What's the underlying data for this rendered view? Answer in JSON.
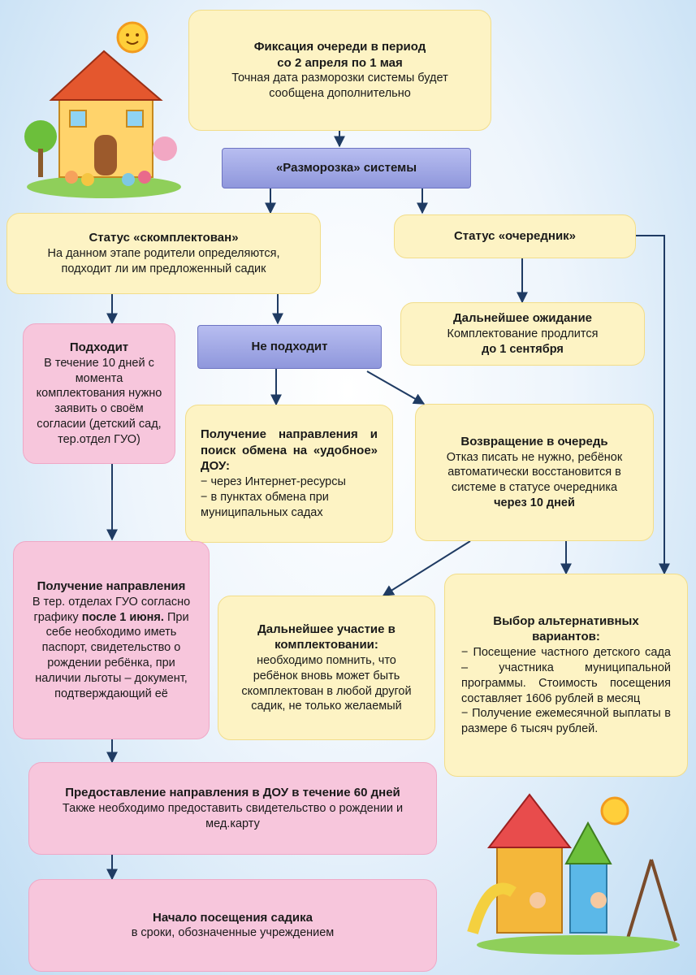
{
  "colors": {
    "yellow": "#fdf3c4",
    "pink": "#f7c6dc",
    "purple": "#9aa1e3",
    "arrow": "#1f3b63"
  },
  "freeze": {
    "title_line1": "Фиксация очереди в период",
    "title_line2": "со 2 апреля по 1 мая",
    "text": "Точная дата разморозки системы будет сообщена дополнительно"
  },
  "unfreeze": {
    "label": "«Разморозка» системы"
  },
  "status_complete": {
    "title": "Статус «скомплектован»",
    "text": "На данном этапе родители определяются, подходит ли им предложенный садик"
  },
  "status_queue": {
    "title": "Статус «очередник»"
  },
  "fits": {
    "title": "Подходит",
    "text": "В течение 10 дней с момента комплектования нужно заявить о своём согласии (детский сад, тер.отдел ГУО)"
  },
  "not_fits": {
    "label": "Не подходит"
  },
  "waiting": {
    "title": "Дальнейшее ожидание",
    "text": "Комплектование продлится",
    "bold": "до 1 сентября"
  },
  "exchange": {
    "title": "Получение направления и поиск обмена на «удобное» ДОУ:",
    "item1": "−  через Интернет-ресурсы",
    "item2": "−  в пунктах обмена при муниципальных садах"
  },
  "return_queue": {
    "title": "Возвращение в очередь",
    "text": "Отказ писать не нужно, ребёнок автоматически восстановится в системе в статусе очередника",
    "bold": "через 10 дней"
  },
  "get_referral": {
    "title": "Получение направления",
    "text_a": "В тер. отделах ГУО согласно графику",
    "bold": "после 1 июня.",
    "text_b": "При себе необходимо иметь паспорт, свидетельство о рождении ребёнка, при наличии льготы – документ, подтверждающий её"
  },
  "further": {
    "title": "Дальнейшее участие в комплектовании:",
    "text": "необходимо помнить, что ребёнок вновь может быть скомплектован в любой другой садик, не только желаемый"
  },
  "alternatives": {
    "title": "Выбор альтернативных вариантов:",
    "item1": "−  Посещение частного детского сада – участника муниципальной программы. Стоимость посещения составляет 1606 рублей в месяц",
    "item2": "−  Получение ежемесячной выплаты в размере 6 тысяч рублей."
  },
  "provide": {
    "title": "Предоставление направления в ДОУ в течение 60 дней",
    "text": "Также необходимо предоставить свидетельство о рождении и мед.карту"
  },
  "start": {
    "title": "Начало посещения садика",
    "text": "в сроки, обозначенные учреждением"
  }
}
